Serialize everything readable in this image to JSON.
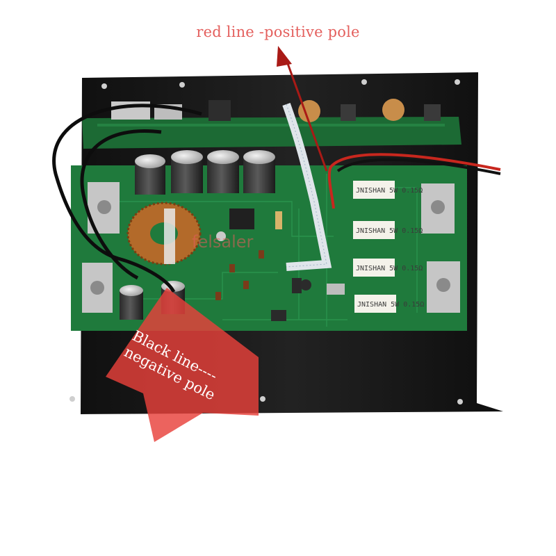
{
  "annotations": {
    "positive": {
      "text": "red line -positive pole"
    },
    "negative": {
      "line1": "Black line----",
      "line2": "negative pole"
    }
  },
  "watermark": "felsaler",
  "board": {
    "resistor_marks": [
      "JNISHAN 5W 0.15Ω",
      "JNISHAN 5W 0.15Ω",
      "JNISHAN 5W 0.15Ω",
      "JNISHAN 5W 0.15Ω"
    ]
  },
  "colors": {
    "pcb": "#1f7a3c",
    "pcb_dark": "#17582c",
    "heatsink": "#151515",
    "annotation_red": "#e4605e",
    "arrow_fill": "#e8413b",
    "dark_arrow": "#a91a16"
  }
}
